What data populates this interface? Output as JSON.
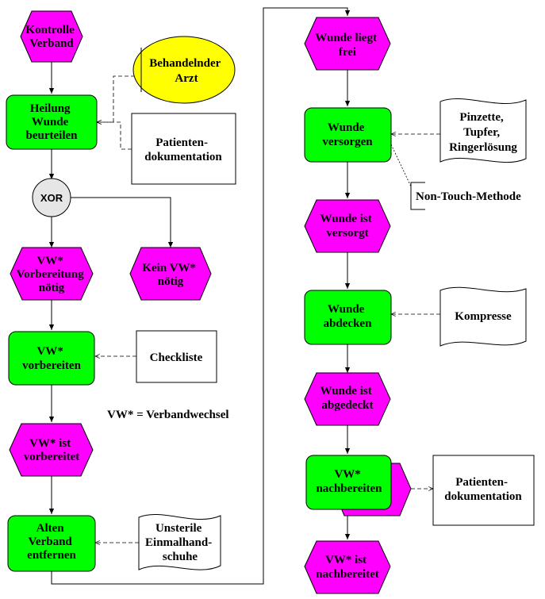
{
  "colors": {
    "event": "#ff00ff",
    "function": "#00ff00",
    "org_unit": "#ffff00",
    "operator": "#e6e6e6",
    "stroke": "#000000"
  },
  "legend": "VW* = Verbandwechsel",
  "xor": "XOR",
  "left": {
    "ev_kontrolle": [
      "Kontrolle",
      "Verband"
    ],
    "fn_heilung": [
      "Heilung",
      "Wunde",
      "beurteilen"
    ],
    "org_arzt": [
      "Behandelnder",
      "Arzt"
    ],
    "doc_patienten1": [
      "Patienten-",
      "dokumentation"
    ],
    "ev_vorbereitung": [
      "VW*",
      "Vorbereitung",
      "nötig"
    ],
    "ev_kein": [
      "Kein VW*",
      "nötig"
    ],
    "fn_vorbereiten": [
      "VW*",
      "vorbereiten"
    ],
    "doc_checkliste": [
      "Checkliste"
    ],
    "ev_vorbereitet": [
      "VW* ist",
      "vorbereitet"
    ],
    "fn_entfernen": [
      "Alten",
      "Verband",
      "entfernen"
    ],
    "doc_einmal": [
      "Unsterile",
      "Einmalhand-",
      "schuhe"
    ]
  },
  "right": {
    "ev_frei": [
      "Wunde liegt",
      "frei"
    ],
    "fn_versorgen": [
      "Wunde",
      "versorgen"
    ],
    "doc_pinzette": [
      "Pinzette,",
      "Tupfer,",
      "Ringerlösung"
    ],
    "doc_nontouch": [
      "Non-Touch-Methode"
    ],
    "ev_versorgt": [
      "Wunde ist",
      "versorgt"
    ],
    "fn_abdecken": [
      "Wunde",
      "abdecken"
    ],
    "doc_kompresse": [
      "Kompresse"
    ],
    "ev_abgedeckt": [
      "Wunde ist",
      "abgedeckt"
    ],
    "fn_nachbereiten": [
      "VW*",
      "nachbereiten"
    ],
    "doc_patienten2": [
      "Patienten-",
      "dokumentation"
    ],
    "ev_nachbereitet": [
      "VW* ist",
      "nachbereitet"
    ]
  }
}
